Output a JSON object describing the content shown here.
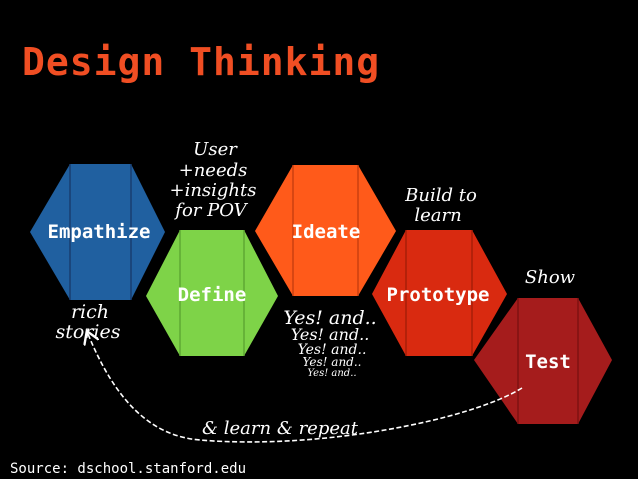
{
  "title": "Design Thinking",
  "source": "Source: dschool.stanford.edu",
  "stages": [
    {
      "id": "empathize",
      "label": "Empathize",
      "color": "#2060a0"
    },
    {
      "id": "define",
      "label": "Define",
      "color": "#7ed348"
    },
    {
      "id": "ideate",
      "label": "Ideate",
      "color": "#ff5a1a"
    },
    {
      "id": "prototype",
      "label": "Prototype",
      "color": "#d92a10"
    },
    {
      "id": "test",
      "label": "Test",
      "color": "#a51c1c"
    }
  ],
  "annotations": {
    "define_notes": [
      "User",
      "+needs",
      "+insights",
      "for POV"
    ],
    "empathize_notes": [
      "rich",
      "stories"
    ],
    "prototype_notes": [
      "Build to",
      "learn"
    ],
    "test_notes": "Show",
    "ideate_notes": [
      "Yes! and..",
      "Yes! and..",
      "Yes! and..",
      "Yes! and..",
      "Yes! and.."
    ],
    "loop_note": "& learn & repeat"
  },
  "colors": {
    "title": "#f04e23",
    "background": "#000000",
    "divider": "#1a3d70"
  }
}
